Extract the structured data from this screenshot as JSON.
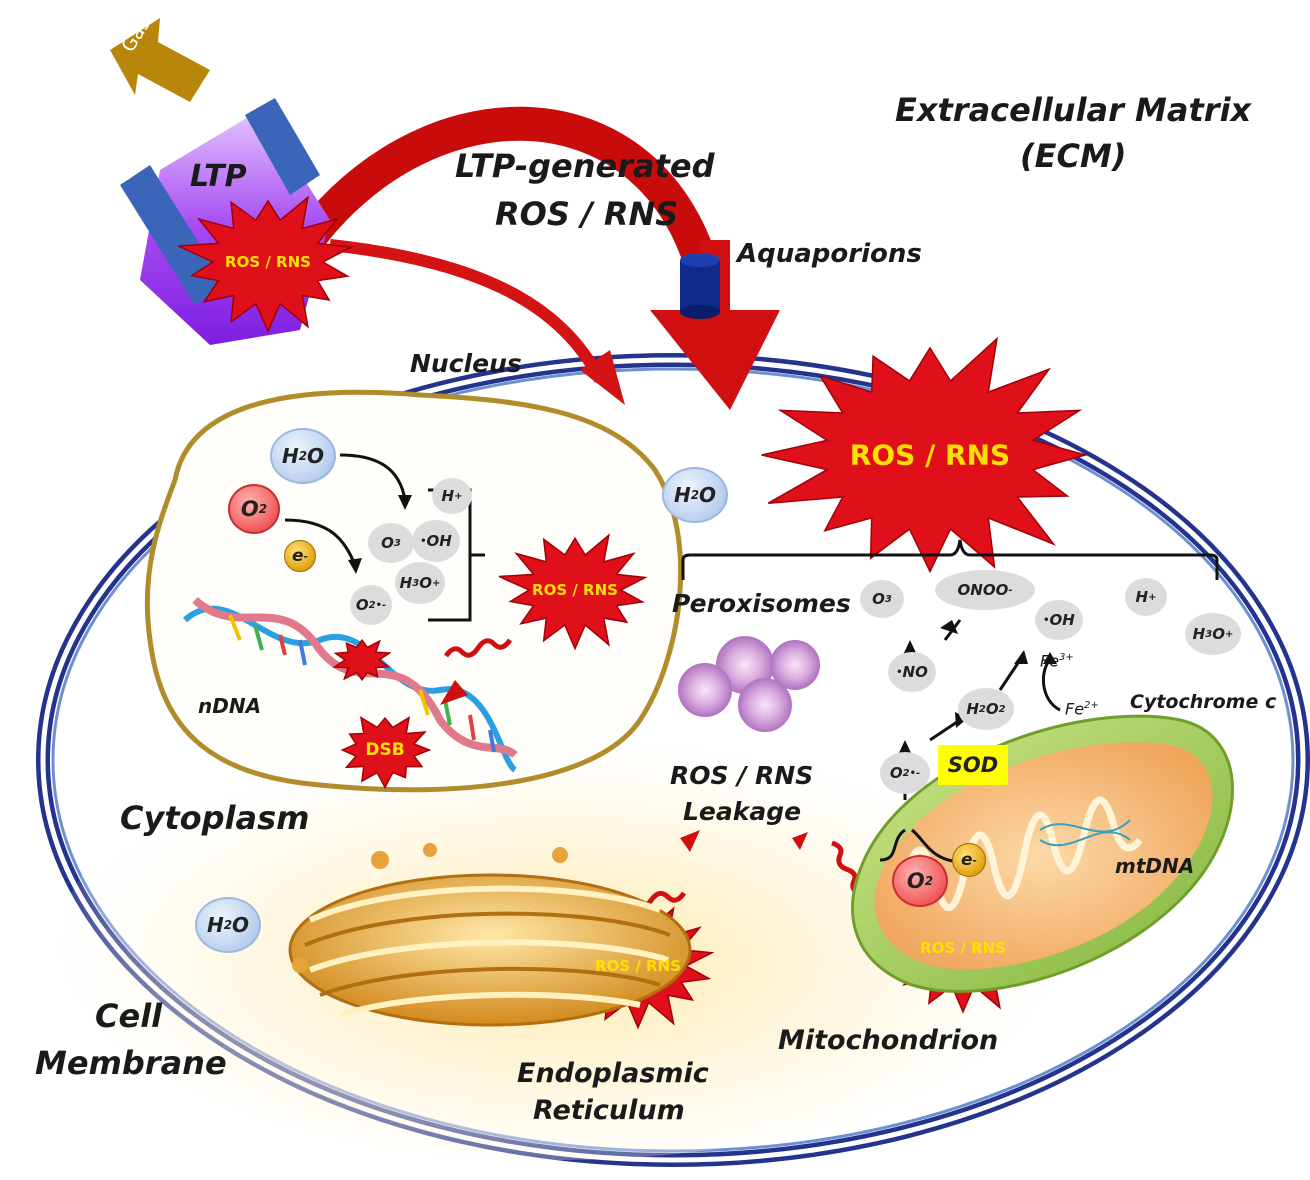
{
  "labels": {
    "ecm": "Extracellular Matrix",
    "ecm_abbr": "(ECM)",
    "ltp_generated": "LTP-generated",
    "ros_rns_big": "ROS / RNS",
    "aquaporions": "Aquaporions",
    "nucleus": "Nucleus",
    "cytoplasm": "Cytoplasm",
    "cell": "Cell",
    "membrane": "Membrane",
    "peroxisomes": "Peroxisomes",
    "leak_1": "ROS / RNS",
    "leak_2": "Leakage",
    "mitochondrion": "Mitochondrion",
    "er_1": "Endoplasmic",
    "er_2": "Reticulum",
    "ndna": "nDNA",
    "mtdna": "mtDNA",
    "cytochrome": "Cytochrome c",
    "ltp": "LTP",
    "gas_in": "Gas in"
  },
  "bursts": {
    "ltp": "ROS / RNS",
    "cell_main": "ROS / RNS",
    "nucleus": "ROS / RNS",
    "er": "ROS / RNS",
    "mito": "ROS / RNS",
    "dsb": "DSB"
  },
  "molecules": {
    "h2o": "H",
    "h2o_sub": "2",
    "h2o_end": "O",
    "o2": "O",
    "o2_sub": "2",
    "e": "e",
    "e_sup": "-",
    "h_plus": "H",
    "plus": "+",
    "o3": "O",
    "o3_sub": "3",
    "oh": "OH",
    "h3o": "H",
    "h3o_sub": "3",
    "h3o_end": "O",
    "o2_rad": "O",
    "onoo": "ONOO",
    "no": "NO",
    "h2o2": "H",
    "h2o2_mid": "O",
    "fe": "Fe",
    "fe3": "3+",
    "fe2": "2+",
    "sod": "SOD"
  },
  "colors": {
    "membrane": "#27358e",
    "cell_fill": "#fffdf6",
    "nucleus_border": "#b08c2a",
    "arrow_red": "#d01010",
    "burst_red": "#e0101a",
    "burst_text": "#ffe000",
    "ltp_purple": "#a23ff0",
    "gas_arrow": "#b7860b",
    "aquaporin": "#102a8c",
    "sod": "#ffff00"
  }
}
